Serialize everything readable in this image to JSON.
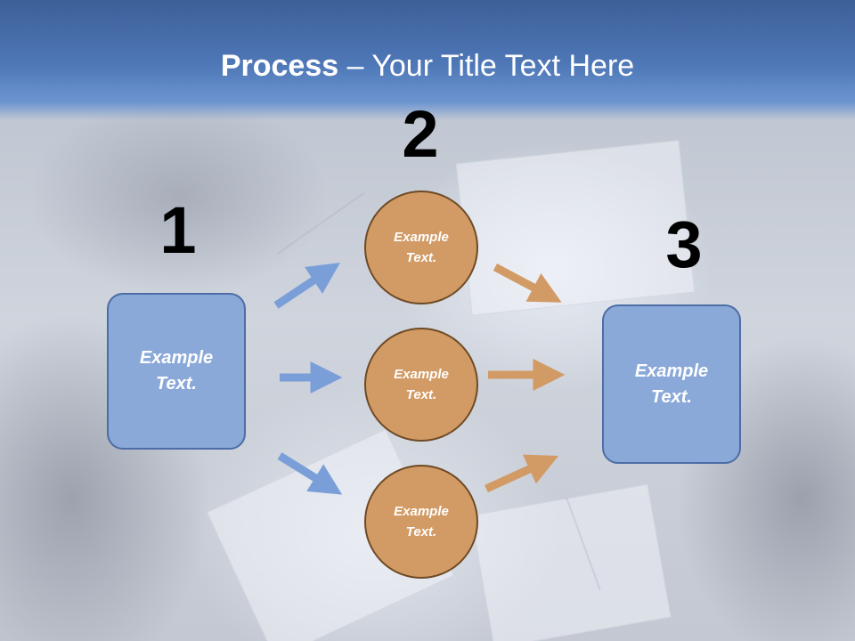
{
  "title": {
    "bold": "Process",
    "rest": " – Your Title Text Here"
  },
  "steps": {
    "step1": {
      "number": "1",
      "box_text": "Example Text."
    },
    "step2": {
      "number": "2",
      "circles": [
        "Example Text.",
        "Example Text.",
        "Example Text."
      ]
    },
    "step3": {
      "number": "3",
      "box_text": "Example Text."
    }
  },
  "colors": {
    "header_blue": "#4f78b8",
    "box_fill": "#8aa9d9",
    "box_border": "#4c6da6",
    "circle_fill": "#d29a64",
    "circle_border": "#6e4a25",
    "arrow_blue": "#7a9fd8",
    "arrow_orange": "#d29a64"
  }
}
